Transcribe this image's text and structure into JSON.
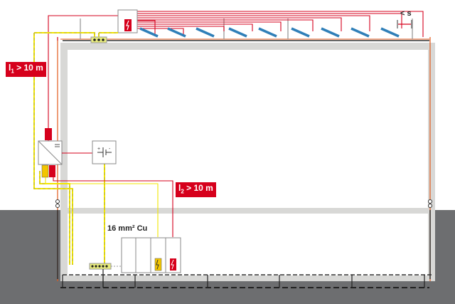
{
  "labels": {
    "l1": {
      "letter": "l",
      "sub": "1",
      "rest": " > 10 m"
    },
    "l2": {
      "letter": "l",
      "sub": "2",
      "rest": " > 10 m"
    },
    "conductor": "16 mm² Cu",
    "separation": "< s"
  },
  "colors": {
    "red": "#d6001c",
    "yellow": "#f2e600",
    "wall": "#d8d8d6",
    "ground": "#6d6e70",
    "panel": "#2f7fb8",
    "conductor": "#333333"
  },
  "icons": [
    "spd-type1-icon",
    "spd-type2-icon",
    "inverter-icon",
    "battery-icon",
    "pv-module-icon",
    "equipotential-bonding-bar-icon",
    "isolating-spark-gap-icon"
  ]
}
